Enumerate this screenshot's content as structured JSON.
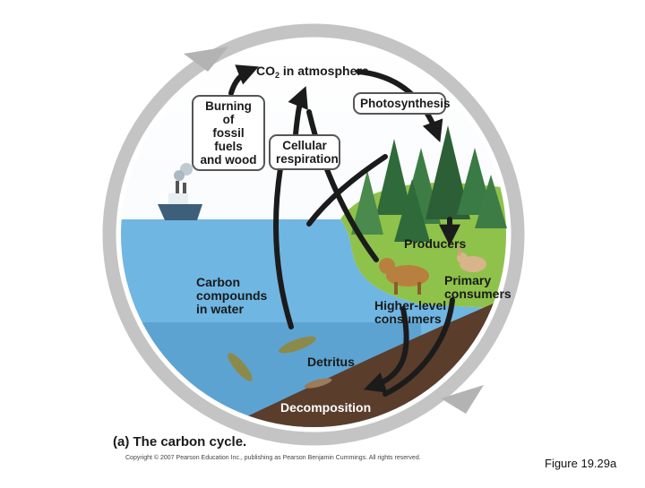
{
  "labels": {
    "co2_prefix": "CO",
    "co2_sub": "2",
    "co2_suffix": " in atmosphere",
    "burning": [
      "Burning of",
      "fossil fuels",
      "and wood"
    ],
    "photosynthesis": "Photosynthesis",
    "cellular": [
      "Cellular",
      "respiration"
    ],
    "producers": "Producers",
    "primary": [
      "Primary",
      "consumers"
    ],
    "carbon_water": [
      "Carbon",
      "compounds",
      "in water"
    ],
    "higher": [
      "Higher-level",
      "consumers"
    ],
    "detritus": "Detritus",
    "decomposition": "Decomposition"
  },
  "caption": "(a) The carbon cycle.",
  "copyright": "Copyright © 2007 Pearson Education Inc., publishing as Pearson Benjamin Cummings. All rights reserved.",
  "figure_number": "Figure 19.29a",
  "colors": {
    "ring": "#c4c4c4",
    "water": "#6fb6e3",
    "deep_water": "#4f93c2",
    "land": "#8fc24a",
    "soil": "#5a3d2b",
    "arrow": "#1b1b1b"
  }
}
